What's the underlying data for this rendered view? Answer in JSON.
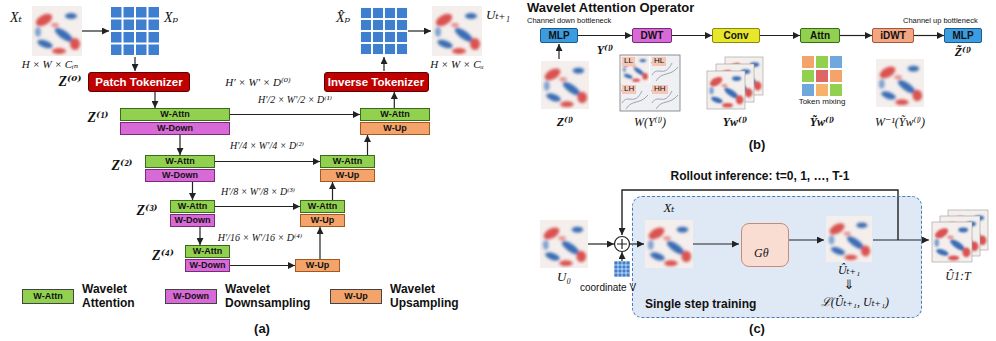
{
  "diagram": {
    "nodes": [
      {
        "text": [
          "Patch Tokenizer"
        ]
      },
      {
        "text": [
          "Inverse Tokenizer"
        ]
      },
      {
        "text": [
          "W-Attn"
        ]
      },
      {
        "text": [
          "W-Down"
        ]
      },
      {
        "text": [
          "W-Attn"
        ]
      },
      {
        "text": [
          "W-Up"
        ]
      },
      {
        "text": [
          "W-Attn"
        ]
      },
      {
        "text": [
          "W-Down"
        ]
      },
      {
        "text": [
          "W-Attn"
        ]
      },
      {
        "text": [
          "W-Up"
        ]
      },
      {
        "text": [
          "W-Attn"
        ]
      },
      {
        "text": [
          "W-Down"
        ]
      },
      {
        "text": [
          "W-Attn"
        ]
      },
      {
        "text": [
          "W-Up"
        ]
      },
      {
        "text": [
          "W-Attn"
        ]
      },
      {
        "text": [
          "W-Down"
        ]
      },
      {
        "text": [
          "W-Up"
        ]
      },
      {
        "text": [
          "MLP"
        ]
      },
      {
        "text": [
          "DWT"
        ]
      },
      {
        "text": [
          "Conv"
        ]
      },
      {
        "text": [
          "Attn"
        ]
      },
      {
        "text": [
          "iDWT"
        ]
      },
      {
        "text": [
          "MLP"
        ]
      },
      {
        "text": [
          "Single step training"
        ]
      },
      {
        "text": [
          "Gθ"
        ],
        "in": 23
      }
    ],
    "edges": [
      {
        "from": 0,
        "to": 2,
        "arrow": "to"
      },
      {
        "from": 2,
        "to": 4,
        "arrow": "to"
      },
      {
        "from": 3,
        "to": 6,
        "arrow": "to"
      },
      {
        "from": 6,
        "to": 8,
        "arrow": "to"
      },
      {
        "from": 7,
        "to": 10,
        "arrow": "to"
      },
      {
        "from": 10,
        "to": 12,
        "arrow": "to"
      },
      {
        "from": 11,
        "to": 14,
        "arrow": "to"
      },
      {
        "from": 15,
        "to": 16,
        "arrow": "to"
      },
      {
        "from": 16,
        "to": 13,
        "arrow": "to"
      },
      {
        "from": 12,
        "to": 9,
        "arrow": "to"
      },
      {
        "from": 8,
        "to": 5,
        "arrow": "to"
      },
      {
        "from": 4,
        "to": 1,
        "arrow": "to"
      },
      {
        "from": 17,
        "to": 18,
        "arrow": "to"
      },
      {
        "from": 18,
        "to": 19,
        "arrow": "to"
      },
      {
        "from": 19,
        "to": 20,
        "arrow": "to"
      },
      {
        "from": 20,
        "to": 21,
        "arrow": "to"
      },
      {
        "from": 21,
        "to": 22,
        "arrow": "to"
      }
    ],
    "labels": [
      "Xₜ",
      "Xₚ",
      "H × W × Cᵢₙ",
      "Z⁽⁰⁾",
      "X̂ₚ",
      "Uₜ₊₁",
      "H × W × Cᵤ",
      "H′ × W′ × D⁽⁰⁾",
      "Z⁽¹⁾",
      "H′/2 × W′/2 × D⁽¹⁾",
      "Z⁽²⁾",
      "H′/4 × W′/4 × D⁽²⁾",
      "Z⁽³⁾",
      "H′/8 × W′/8 × D⁽³⁾",
      "Z⁽⁴⁾",
      "H′/16 × W′/16 × D⁽⁴⁾",
      "W-Attn",
      "W-Down",
      "W-Up",
      "(a)",
      "Wavelet Attention Operator",
      "Channel down bottleneck",
      "Y⁽ˡ⁾",
      "Channel up bottleneck",
      "Z̃⁽ˡ⁾",
      "Z⁽ˡ⁾",
      "LL",
      "HL",
      "LH",
      "HH",
      "W(Y⁽ˡ⁾)",
      "Yw⁽ˡ⁾",
      "Token mixing",
      "Ỹw⁽ˡ⁾",
      "W⁻¹(Ỹw⁽ˡ⁾)",
      "(b)",
      "Rollout inference: t=0, 1, …, T-1",
      "U₀",
      "coordinate V",
      "Xₜ",
      "Ûₜ₊₁",
      "⇓",
      "ℒ(Ûₜ₊₁, Uₜ₊₁)",
      "Û1:T",
      "(c)"
    ],
    "legend": [
      {
        "text": "Wavelet Attention",
        "color": "#92d050"
      },
      {
        "text": "Wavelet Downsampling",
        "color": "#d86ad8"
      },
      {
        "text": "Wavelet Upsampling",
        "color": "#f4a46a"
      }
    ]
  }
}
